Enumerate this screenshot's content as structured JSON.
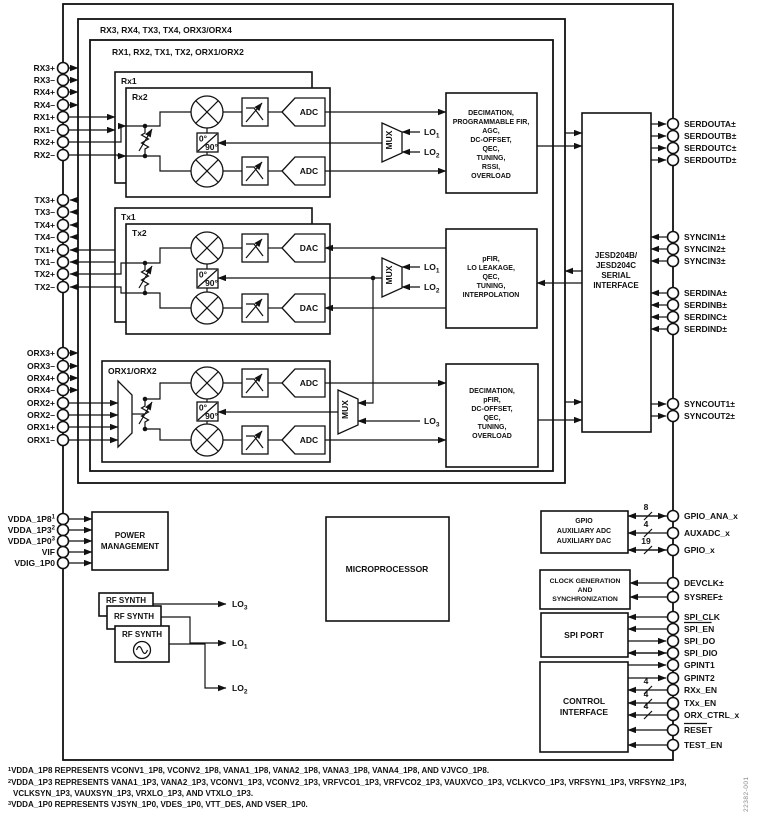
{
  "watermark": "22382-001",
  "groups": {
    "outer": "RX3, RX4, TX3, TX4, ORX3/ORX4",
    "inner": "RX1, RX2, TX1, TX2, ORX1/ORX2",
    "rx_back": "Rx1",
    "rx_front": "Rx2",
    "tx_back": "Tx1",
    "tx_front": "Tx2",
    "orx": "ORX1/ORX2"
  },
  "symbols": {
    "adc": "ADC",
    "dac": "DAC",
    "mux": "MUX",
    "phase_0": "0°",
    "phase_90": "90°"
  },
  "lo": {
    "lo1": {
      "text": "LO",
      "sub": "1"
    },
    "lo2": {
      "text": "LO",
      "sub": "2"
    },
    "lo3": {
      "text": "LO",
      "sub": "3"
    }
  },
  "blocks": {
    "rx_dsp": {
      "lines": [
        "DECIMATION,",
        "PROGRAMMABLE FIR,",
        "AGC,",
        "DC-OFFSET,",
        "QEC,",
        "TUNING,",
        "RSSI,",
        "OVERLOAD"
      ]
    },
    "tx_dsp": {
      "lines": [
        "pFIR,",
        "LO LEAKAGE,",
        "QEC,",
        "TUNING,",
        "INTERPOLATION"
      ]
    },
    "orx_dsp": {
      "lines": [
        "DECIMATION,",
        "pFIR,",
        "DC-OFFSET,",
        "QEC,",
        "TUNING,",
        "OVERLOAD"
      ]
    },
    "jesd": {
      "lines": [
        "JESD204B/",
        "JESD204C",
        "SERIAL",
        "INTERFACE"
      ]
    },
    "power": {
      "lines": [
        "POWER",
        "MANAGEMENT"
      ]
    },
    "microprocessor": {
      "label": "MICROPROCESSOR"
    },
    "rf_synth": {
      "label": "RF SYNTH"
    },
    "gpio": {
      "lines": [
        "GPIO",
        "AUXILIARY ADC",
        "AUXILIARY DAC"
      ]
    },
    "clock": {
      "lines": [
        "CLOCK GENERATION",
        "AND",
        "SYNCHRONIZATION"
      ]
    },
    "spi": {
      "label": "SPI PORT"
    },
    "control": {
      "lines": [
        "CONTROL",
        "INTERFACE"
      ]
    }
  },
  "pins": {
    "rx": [
      {
        "label": "RX3+"
      },
      {
        "label": "RX3–"
      },
      {
        "label": "RX4+"
      },
      {
        "label": "RX4–"
      },
      {
        "label": "RX1+"
      },
      {
        "label": "RX1–"
      },
      {
        "label": "RX2+"
      },
      {
        "label": "RX2–"
      }
    ],
    "tx": [
      {
        "label": "TX3+"
      },
      {
        "label": "TX3–"
      },
      {
        "label": "TX4+"
      },
      {
        "label": "TX4–"
      },
      {
        "label": "TX1+"
      },
      {
        "label": "TX1–"
      },
      {
        "label": "TX2+"
      },
      {
        "label": "TX2–"
      }
    ],
    "orx": [
      {
        "label": "ORX3+"
      },
      {
        "label": "ORX3–"
      },
      {
        "label": "ORX4+"
      },
      {
        "label": "ORX4–"
      },
      {
        "label": "ORX2+"
      },
      {
        "label": "ORX2–"
      },
      {
        "label": "ORX1+"
      },
      {
        "label": "ORX1–"
      }
    ],
    "power": [
      {
        "label": "VDDA_1P8",
        "sup": "1"
      },
      {
        "label": "VDDA_1P3",
        "sup": "2"
      },
      {
        "label": "VDDA_1P0",
        "sup": "3"
      },
      {
        "label": "VIF"
      },
      {
        "label": "VDIG_1P0"
      }
    ],
    "serdes_out": [
      {
        "label": "SERDOUTA±"
      },
      {
        "label": "SERDOUTB±"
      },
      {
        "label": "SERDOUTC±"
      },
      {
        "label": "SERDOUTD±"
      }
    ],
    "syncin": [
      {
        "label": "SYNCIN1±"
      },
      {
        "label": "SYNCIN2±"
      },
      {
        "label": "SYNCIN3±"
      }
    ],
    "serdes_in": [
      {
        "label": "SERDINA±"
      },
      {
        "label": "SERDINB±"
      },
      {
        "label": "SERDINC±"
      },
      {
        "label": "SERDIND±"
      }
    ],
    "syncout": [
      {
        "label": "SYNCOUT1±"
      },
      {
        "label": "SYNCOUT2±"
      }
    ],
    "io": [
      {
        "label": "GPIO_ANA_x",
        "bus": "8"
      },
      {
        "label": "AUXADC_x",
        "bus": "4"
      },
      {
        "label": "GPIO_x",
        "bus": "19"
      },
      {
        "label": "DEVCLK±"
      },
      {
        "label": "SYSREF±"
      },
      {
        "label": "SPI_CLK"
      },
      {
        "label": "SPI_EN",
        "overline": true
      },
      {
        "label": "SPI_DO"
      },
      {
        "label": "SPI_DIO"
      },
      {
        "label": "GPINT1"
      },
      {
        "label": "GPINT2"
      },
      {
        "label": "RXx_EN",
        "bus": "4"
      },
      {
        "label": "TXx_EN",
        "bus": "4"
      },
      {
        "label": "ORX_CTRL_x",
        "bus": "4"
      },
      {
        "label": "RESET",
        "overline": true
      },
      {
        "label": "TEST_EN"
      }
    ]
  },
  "footnotes": [
    {
      "sup": "1",
      "text": "VDDA_1P8 REPRESENTS VCONV1_1P8, VCONV2_1P8, VANA1_1P8, VANA2_1P8, VANA3_1P8, VANA4_1P8, AND VJVCO_1P8."
    },
    {
      "sup": "2",
      "text": "VDDA_1P3 REPRESENTS VANA1_1P3, VANA2_1P3, VCONV1_1P3, VCONV2_1P3, VRFVCO1_1P3, VRFVCO2_1P3, VAUXVCO_1P3, VCLKVCO_1P3, VRFSYN1_1P3, VRFSYN2_1P3, VCLKSYN_1P3, VAUXSYN_1P3, VRXLO_1P3, AND VTXLO_1P3."
    },
    {
      "sup": "3",
      "text": "VDDA_1P0 REPRESENTS VJSYN_1P0, VDES_1P0, VTT_DES, AND VSER_1P0."
    }
  ]
}
